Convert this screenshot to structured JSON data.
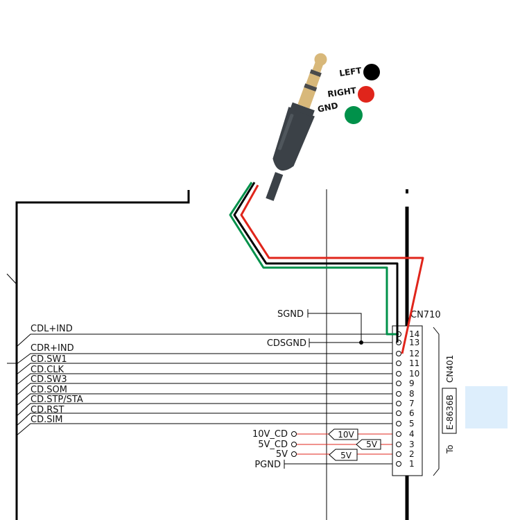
{
  "jack": {
    "labels": [
      "LEFT",
      "RIGHT",
      "GND"
    ],
    "colors": {
      "left": "#000000",
      "right": "#e0251b",
      "gnd": "#00914a"
    }
  },
  "connector": {
    "name": "CN710",
    "board": "E-8636B",
    "ref": "CN401",
    "to_label": "To",
    "pins": [
      "14",
      "13",
      "12",
      "11",
      "10",
      "9",
      "8",
      "7",
      "6",
      "5",
      "4",
      "3",
      "2",
      "1"
    ]
  },
  "signals": {
    "sgnd": "SGND",
    "cdsgnd": "CDSGND",
    "left_bus": [
      "CDL+IND",
      "CDR+IND",
      "CD.SW1",
      "CD.CLK",
      "CD.SW3",
      "CD.SOM",
      "CD.STP/STA",
      "CD.RST",
      "CD.SIM"
    ],
    "power": [
      "10V_CD",
      "5V_CD",
      "5V",
      "PGND"
    ],
    "regulators": [
      "10V",
      "5V",
      "5V"
    ]
  },
  "colors": {
    "red_wire": "#e0251b",
    "green_wire": "#00914a",
    "highlight": "#ddeefc"
  }
}
